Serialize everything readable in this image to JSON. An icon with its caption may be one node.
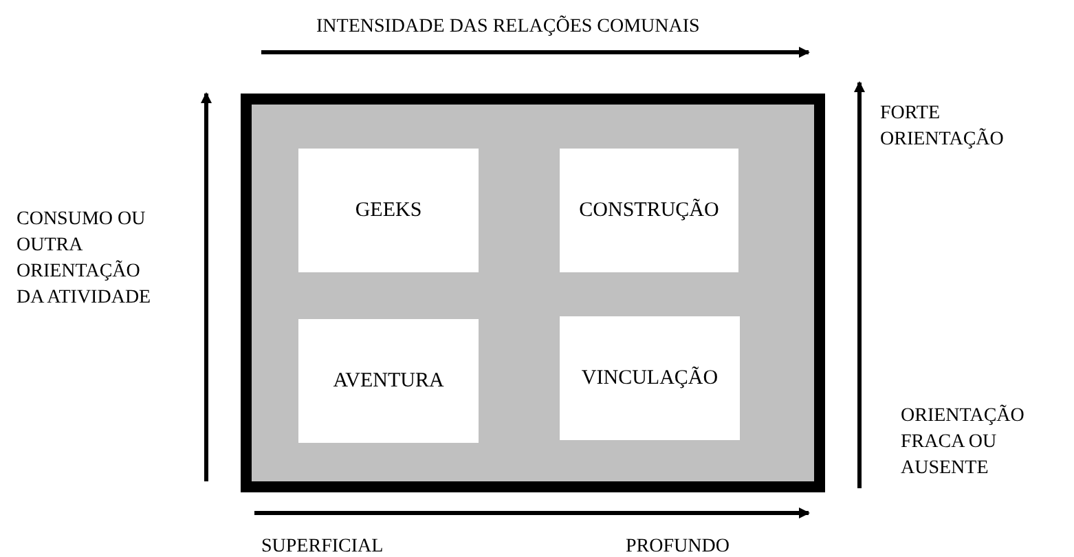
{
  "diagram": {
    "nodes": [
      {
        "text": [],
        "shape": "box"
      },
      {
        "text": [
          "GEEKS"
        ],
        "in": 0
      },
      {
        "text": [
          "CONSTRUÇÃO"
        ],
        "in": 0
      },
      {
        "text": [
          "AVENTURA"
        ],
        "in": 0
      },
      {
        "text": [
          "VINCULAÇÃO"
        ],
        "in": 0
      }
    ],
    "edges": [],
    "labels": [
      "INTENSIDADE DAS RELAÇÕES COMUNAIS",
      "FORTE ORIENTAÇÃO",
      "CONSUMO OU OUTRA ORIENTAÇÃO DA ATIVIDADE",
      "ORIENTAÇÃO FRACA OU AUSENTE",
      "SUPERFICIAL",
      "PROFUNDO"
    ]
  }
}
